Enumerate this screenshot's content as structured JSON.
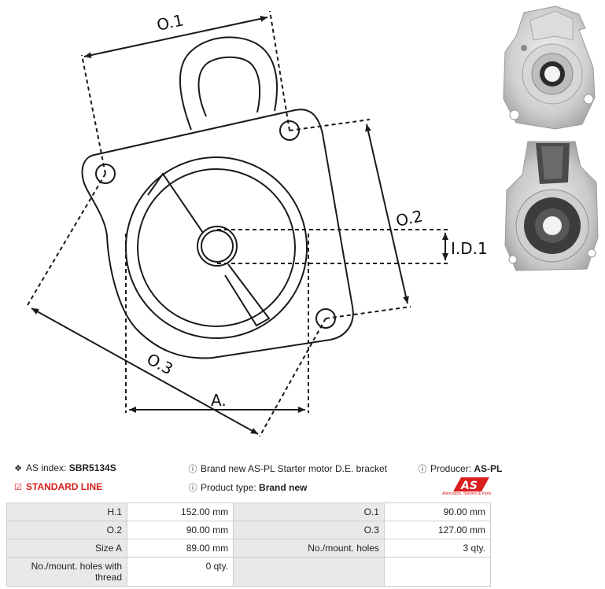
{
  "diagram": {
    "labels": {
      "o1": "O.1",
      "o2": "O.2",
      "o3": "O.3",
      "a": "A.",
      "id1": "I.D.1"
    }
  },
  "info": {
    "index_label": "AS index: ",
    "index_value": "SBR5134S",
    "line_label": "STANDARD LINE",
    "description": "Brand new AS-PL Starter motor D.E. bracket",
    "product_type_label": "Product type: ",
    "product_type_value": "Brand new",
    "producer_label": "Producer: ",
    "producer_value": "AS-PL",
    "logo_text": "AS",
    "logo_subtext": "Alternators, Starters & Parts"
  },
  "specs": [
    {
      "l1": "H.1",
      "v1": "152.00 mm",
      "l2": "O.1",
      "v2": "90.00 mm"
    },
    {
      "l1": "O.2",
      "v1": "90.00 mm",
      "l2": "O.3",
      "v2": "127.00 mm"
    },
    {
      "l1": "Size A",
      "v1": "89.00 mm",
      "l2": "No./mount. holes",
      "v2": "3 qty."
    },
    {
      "l1": "No./mount. holes with thread",
      "v1": "0 qty.",
      "l2": "",
      "v2": ""
    }
  ],
  "colors": {
    "accent": "#d81e1e",
    "table_label_bg": "#e9e9e9",
    "line": "#1a1a1a"
  }
}
